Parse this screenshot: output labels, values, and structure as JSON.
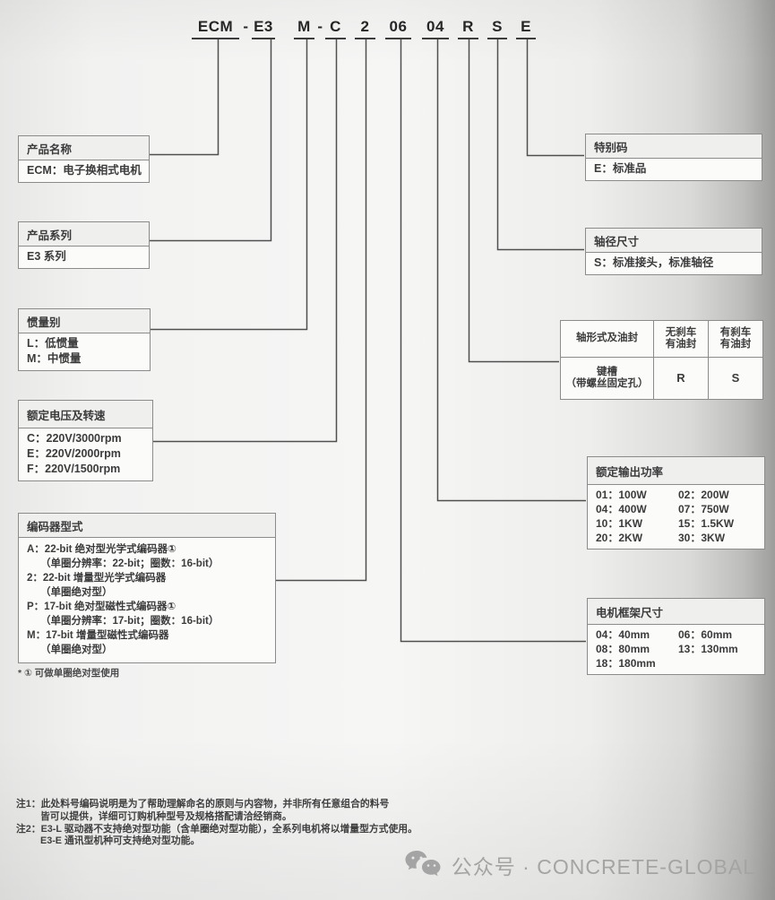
{
  "model_code": {
    "segments": [
      "ECM",
      "-",
      "E3",
      "M",
      "-",
      "C",
      "2",
      "06",
      "04",
      "R",
      "S",
      "E"
    ]
  },
  "left_boxes": [
    {
      "title": "产品名称",
      "lines": [
        "ECM：电子换相式电机"
      ]
    },
    {
      "title": "产品系列",
      "lines": [
        "E3 系列"
      ]
    },
    {
      "title": "惯量别",
      "lines": [
        "L：低惯量",
        "M：中惯量"
      ]
    },
    {
      "title": "额定电压及转速",
      "lines": [
        "C：220V/3000rpm",
        "E：220V/2000rpm",
        "F：220V/1500rpm"
      ]
    },
    {
      "title": "编码器型式",
      "lines": [
        "A：22-bit 绝对型光学式编码器①",
        "（单圈分辨率：22-bit；圈数：16-bit）",
        "2：22-bit 增量型光学式编码器",
        "（单圈绝对型）",
        "P：17-bit 绝对型磁性式编码器①",
        "（单圈分辨率：17-bit；圈数：16-bit）",
        "M：17-bit 增量型磁性式编码器",
        "（单圈绝对型）"
      ]
    }
  ],
  "encoder_footnote": "* ① 可做单圈绝对型使用",
  "right_boxes": [
    {
      "title": "特别码",
      "lines": [
        "E：标准品"
      ]
    },
    {
      "title": "轴径尺寸",
      "lines": [
        "S：标准接头，标准轴径"
      ]
    }
  ],
  "shaft_table": {
    "header_col1": "轴形式及油封",
    "header_col2": [
      "无刹车",
      "有油封"
    ],
    "header_col3": [
      "有刹车",
      "有油封"
    ],
    "row_col1": [
      "键槽",
      "（带螺丝固定孔）"
    ],
    "row_col2": "R",
    "row_col3": "S"
  },
  "power_box": {
    "title": "额定输出功率",
    "rows": [
      [
        "01：100W",
        "02：200W"
      ],
      [
        "04：400W",
        "07：750W"
      ],
      [
        "10：1KW",
        "15：1.5KW"
      ],
      [
        "20：2KW",
        "30：3KW"
      ]
    ]
  },
  "frame_box": {
    "title": "电机框架尺寸",
    "rows": [
      [
        "04：40mm",
        "06：60mm"
      ],
      [
        "08：80mm",
        "13：130mm"
      ],
      [
        "18：180mm"
      ]
    ]
  },
  "notes": [
    "注1：此处料号编码说明是为了帮助理解命名的原则与内容物，并非所有任意组合的料号",
    "皆可以提供，详细可订购机种型号及规格搭配请洽经销商。",
    "注2：E3-L 驱动器不支持绝对型功能（含单圈绝对型功能），全系列电机将以增量型方式使用。",
    "E3-E 通讯型机种可支持绝对型功能。"
  ],
  "watermark": {
    "icon": "wechat-icon",
    "text": "公众号 · CONCRETE-GLOBAL"
  },
  "colors": {
    "line": "#4f4f4f",
    "box_border": "#8b8b8b",
    "header_bg": "#efefee",
    "watermark": "#a4a4a4"
  }
}
